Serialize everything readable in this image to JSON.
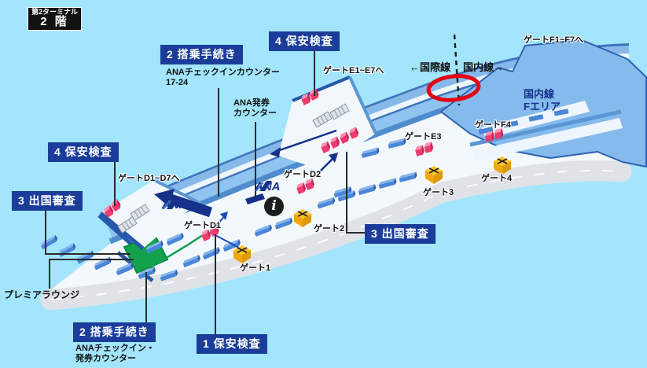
{
  "floor_badge": {
    "terminal": "第2ターミナル",
    "floor": "2 階"
  },
  "steps": {
    "boarding_top": {
      "label": "2 搭乗手続き",
      "sub_line1": "ANAチェックインカウンター",
      "sub_line2": "17-24"
    },
    "ticketing": {
      "line1": "ANA発券",
      "line2": "カウンター"
    },
    "security_top": {
      "label": "4 保安検査"
    },
    "security_left": {
      "label": "4 保安検査"
    },
    "immigration_left": {
      "label": "3 出国審査"
    },
    "immigration_right": {
      "label": "3 出国審査"
    },
    "security_bottom": {
      "label": "1 保安検査"
    },
    "boarding_bottom": {
      "label": "2 搭乗手続き",
      "sub_line1": "ANAチェックイン・",
      "sub_line2": "発券カウンター"
    },
    "premier_lounge": {
      "label": "プレミアラウンジ"
    }
  },
  "areas": {
    "domestic_f": {
      "line1": "国内線",
      "line2": "Fエリア"
    },
    "international_direction": "←国際線",
    "domestic_direction": "国内線→"
  },
  "gates": {
    "d_pier": "ゲートD1~D7へ",
    "e_pier": "ゲートE1~E7へ",
    "f_pier": "ゲートF1~F7へ",
    "d1": "ゲートD1",
    "d2": "ゲートD2",
    "gate1": "ゲート1",
    "gate2": "ゲート2",
    "gate3": "ゲート3",
    "gate4": "ゲート4",
    "e3": "ゲートE3",
    "f4": "ゲートF4"
  },
  "brand": {
    "ana": "ANA",
    "info": "i"
  },
  "colors": {
    "background": "#a2e5fc",
    "label_bg": "#1b3d99",
    "building_light": "#f3f8fc",
    "building_blue": "#8ec4ef",
    "navy": "#16318a",
    "security_pink": "#ee3a6c",
    "elevator_yellow": "#ffc527",
    "lounge_green": "#12a24e",
    "road_gray": "#dfe3e7",
    "highlight_red": "#e60012"
  }
}
